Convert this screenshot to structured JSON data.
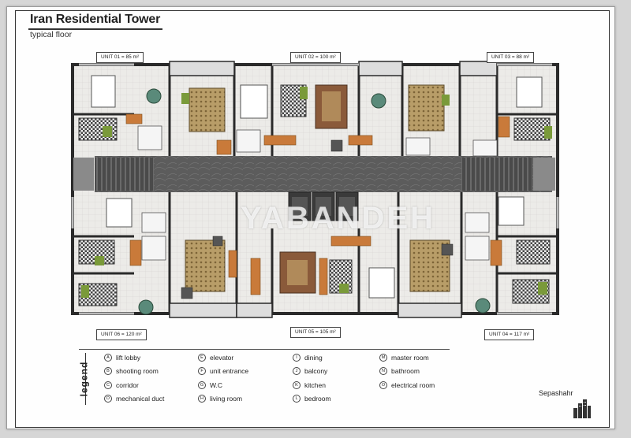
{
  "header": {
    "title": "Iran Residential Tower",
    "subtitle": "typical floor"
  },
  "units": [
    {
      "label": "UNIT 01 = 85 m²"
    },
    {
      "label": "UNIT 02 = 100 m²"
    },
    {
      "label": "UNIT 03 = 88 m²"
    },
    {
      "label": "UNIT 04 = 117 m²"
    },
    {
      "label": "UNIT 05 = 105 m²"
    },
    {
      "label": "UNIT 06 = 120 m²"
    }
  ],
  "legend": {
    "title": "legend",
    "items": [
      {
        "key": "A",
        "label": "lift lobby"
      },
      {
        "key": "B",
        "label": "shooting room"
      },
      {
        "key": "C",
        "label": "corridor"
      },
      {
        "key": "D",
        "label": "mechanical duct"
      },
      {
        "key": "E",
        "label": "elevator"
      },
      {
        "key": "F",
        "label": "unit entrance"
      },
      {
        "key": "G",
        "label": "W.C"
      },
      {
        "key": "H",
        "label": "living room"
      },
      {
        "key": "I",
        "label": "dining"
      },
      {
        "key": "J",
        "label": "balcony"
      },
      {
        "key": "K",
        "label": "kitchen"
      },
      {
        "key": "L",
        "label": "bedroom"
      },
      {
        "key": "M",
        "label": "master room"
      },
      {
        "key": "N",
        "label": "bathroom"
      },
      {
        "key": "O",
        "label": "electrical room"
      }
    ]
  },
  "brand": {
    "name": "Sepashahr",
    "logo": "building-logo-icon"
  },
  "watermark": "YABANDEH",
  "colors": {
    "wall": "#2a2a2a",
    "floor": "#ecebe8",
    "corridor": "#5d5d5d",
    "carpet": "#b39a6a",
    "wood": "#c97a3a",
    "green": "#7a9a3a",
    "teal": "#5a8a7a"
  }
}
